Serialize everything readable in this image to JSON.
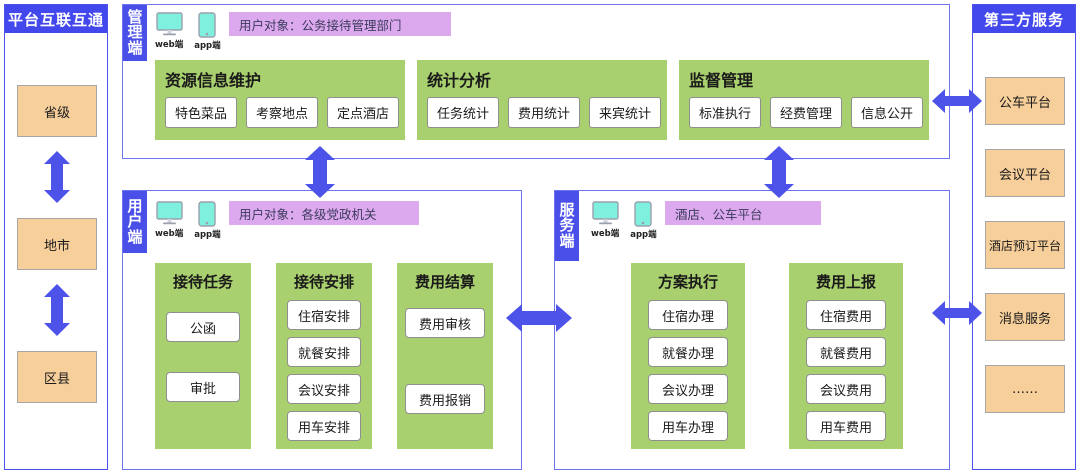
{
  "left_column": {
    "title": "平台互联互通",
    "items": [
      {
        "label": "省级"
      },
      {
        "label": "地市"
      },
      {
        "label": "区县"
      }
    ],
    "connectors": [
      "double-vertical-arrow",
      "double-vertical-arrow"
    ],
    "box_color": "#f6cf9b",
    "header_color": "#4348ec"
  },
  "right_column": {
    "title": "第三方服务",
    "items": [
      {
        "label": "公车平台"
      },
      {
        "label": "会议平台"
      },
      {
        "label": "酒店预订平台"
      },
      {
        "label": "消息服务"
      },
      {
        "label": "……"
      }
    ],
    "box_color": "#f6cf9b",
    "header_color": "#4348ec"
  },
  "panels": {
    "management": {
      "tab": "管理端",
      "devices": [
        {
          "icon": "monitor-icon",
          "caption": "web端"
        },
        {
          "icon": "mobile-icon",
          "caption": "app端"
        }
      ],
      "user_label": "用户对象：公务接待管理部门",
      "groups": [
        {
          "title": "资源信息维护",
          "items": [
            "特色菜品",
            "考察地点",
            "定点酒店"
          ]
        },
        {
          "title": "统计分析",
          "items": [
            "任务统计",
            "费用统计",
            "来宾统计"
          ]
        },
        {
          "title": "监督管理",
          "items": [
            "标准执行",
            "经费管理",
            "信息公开"
          ]
        }
      ]
    },
    "user": {
      "tab": "用户端",
      "devices": [
        {
          "icon": "monitor-icon",
          "caption": "web端"
        },
        {
          "icon": "mobile-icon",
          "caption": "app端"
        }
      ],
      "user_label": "用户对象：各级党政机关",
      "groups": [
        {
          "title": "接待任务",
          "items": [
            "公函",
            "审批"
          ]
        },
        {
          "title": "接待安排",
          "items": [
            "住宿安排",
            "就餐安排",
            "会议安排",
            "用车安排"
          ]
        },
        {
          "title": "费用结算",
          "items": [
            "费用审核",
            "费用报销"
          ]
        }
      ]
    },
    "service": {
      "tab": "服务端",
      "devices": [
        {
          "icon": "monitor-icon",
          "caption": "web端"
        },
        {
          "icon": "mobile-icon",
          "caption": "app端"
        }
      ],
      "user_label": "酒店、公车平台",
      "groups": [
        {
          "title": "方案执行",
          "items": [
            "住宿办理",
            "就餐办理",
            "会议办理",
            "用车办理"
          ]
        },
        {
          "title": "费用上报",
          "items": [
            "住宿费用",
            "就餐费用",
            "会议费用",
            "用车费用"
          ]
        }
      ]
    }
  },
  "colors": {
    "accent_blue": "#4a4fe8",
    "group_green": "#a9d06e",
    "label_purple": "#dda9ee",
    "box_orange": "#f6cf9b",
    "device_cyan": "#7ef0dd"
  }
}
